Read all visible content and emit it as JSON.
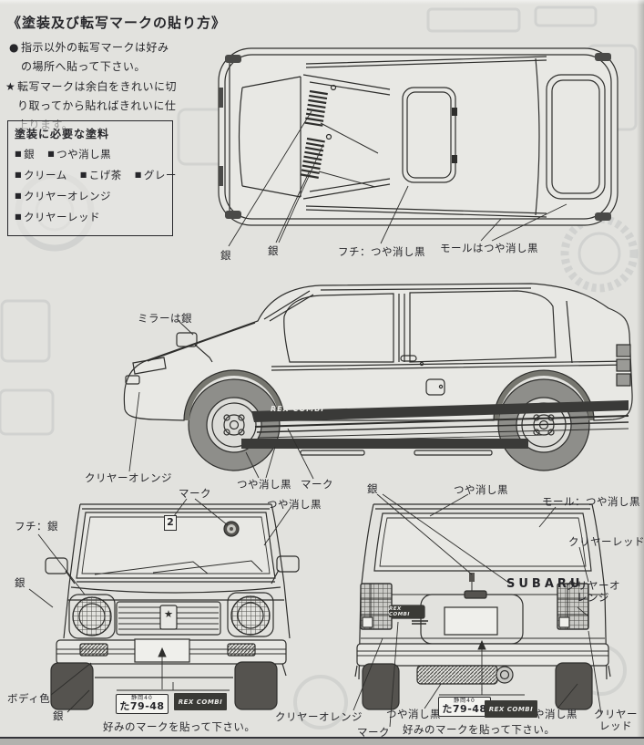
{
  "sheet": {
    "title": "《塗装及び転写マークの貼り方》",
    "instructions": [
      {
        "bullet": "●",
        "text": "指示以外の転写マークは好みの場所へ貼って下さい。"
      },
      {
        "bullet": "★",
        "text": "転写マークは余白をきれいに切り取ってから貼ればきれいに仕上ります。"
      }
    ],
    "paint_box": {
      "title": "塗装に必要な塗料",
      "marker": "■",
      "paints": [
        "銀",
        "つや消し黒",
        "クリーム",
        "こげ茶",
        "グレー",
        "クリヤーオレンジ",
        "クリヤーレッド"
      ]
    },
    "place_mark_note": "好みのマークを貼って下さい。"
  },
  "callouts": {
    "top_wiper_silver_a": "銀",
    "top_wiper_silver_b": "銀",
    "top_sunroof_edge": "フチ：つや消し黒",
    "top_moldings": "モールはつや消し黒",
    "side_mirror": "ミラーは銀",
    "side_front_clear_orange": "クリヤーオレンジ",
    "front_windshield_mark": "マーク",
    "side_sill_matte_black": "つや消し黒",
    "side_stripe_mark": "マーク",
    "rear_wiper_silver": "銀",
    "rear_window_matte_black": "つや消し黒",
    "front_pillar_matte_black": "つや消し黒",
    "rear_molding_matte_black": "モール：つや消し黒",
    "rear_clear_red_top": "クリヤーレッド",
    "rear_clear_orange_side": "クリヤーオレンジ",
    "front_headlight_rim_silver": "フチ：銀",
    "front_corner_silver": "銀",
    "front_body_color": "ボディ色",
    "front_bumper_silver": "銀",
    "rear_bottom_clear_orange": "クリヤーオレンジ",
    "rear_bottom_mark": "マーク",
    "rear_bottom_matte_black_left": "つや消し黒",
    "rear_bottom_matte_black_right": "つや消し黒",
    "rear_bottom_clear_red": "クリヤーレッド"
  },
  "decals": {
    "side_stripe": "REX COMBI",
    "rear_brand": "SUBARU",
    "rear_badge": "REX COMBI",
    "windshield_number": "2",
    "plate_region": "静岡40",
    "plate_number": "た79-48",
    "plate_badge": "REX COMBI"
  }
}
